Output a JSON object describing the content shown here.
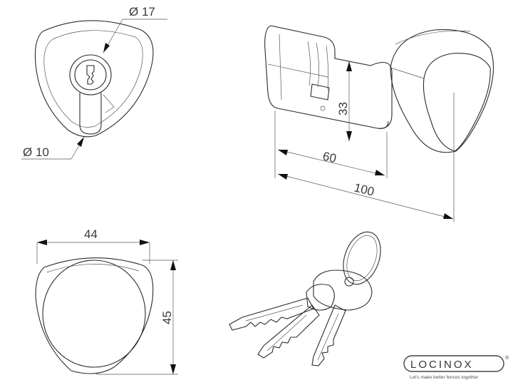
{
  "drawing": {
    "front_view": {
      "diameter_outer": "Ø 17",
      "diameter_inner": "Ø 10"
    },
    "side_view": {
      "height": "33",
      "length_short": "60",
      "length_total": "100"
    },
    "knob_view": {
      "width": "44",
      "height": "45"
    }
  },
  "brand": {
    "name": "LOCINOX",
    "tagline": "Let's make better fences together",
    "registered": "®"
  }
}
